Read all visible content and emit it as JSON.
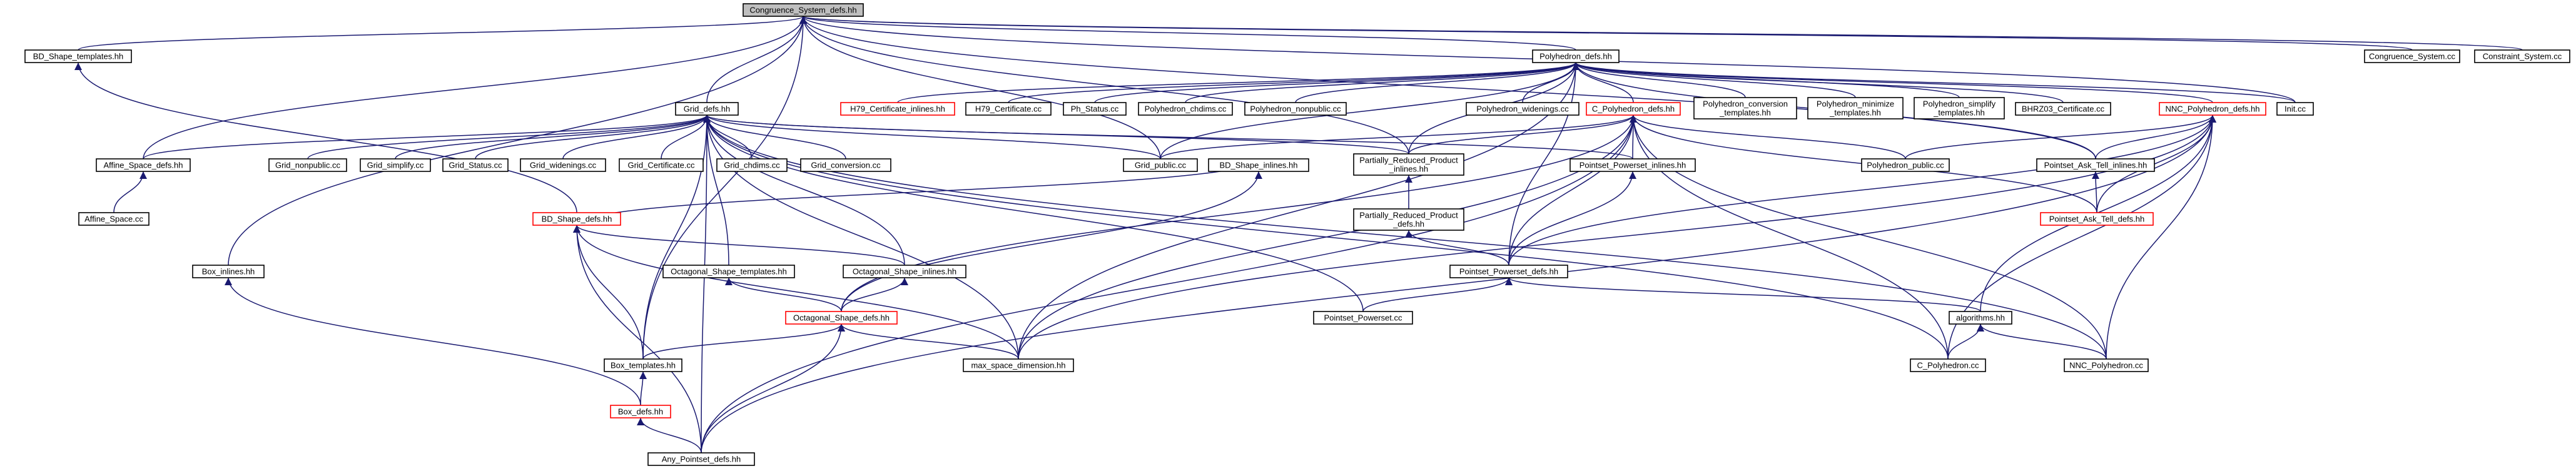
{
  "diagram": {
    "colors": {
      "edge": "#191970",
      "node_border": "#000000",
      "node_border_incomplete": "#ff0000",
      "root_fill": "#bfbfbf",
      "background": "#ffffff"
    },
    "nodes": [
      {
        "id": "congruence_system_defs",
        "lines": [
          "Congruence_System_defs.hh"
        ],
        "root": true
      },
      {
        "id": "bd_shape_templates",
        "lines": [
          "BD_Shape_templates.hh"
        ]
      },
      {
        "id": "polyhedron_defs",
        "lines": [
          "Polyhedron_defs.hh"
        ]
      },
      {
        "id": "congruence_system_cc",
        "lines": [
          "Congruence_System.cc"
        ]
      },
      {
        "id": "constraint_system_cc",
        "lines": [
          "Constraint_System.cc"
        ]
      },
      {
        "id": "grid_defs",
        "lines": [
          "Grid_defs.hh"
        ]
      },
      {
        "id": "h79_certificate_inlines",
        "lines": [
          "H79_Certificate_inlines.hh"
        ],
        "red": true
      },
      {
        "id": "h79_certificate_cc",
        "lines": [
          "H79_Certificate.cc"
        ]
      },
      {
        "id": "ph_status_cc",
        "lines": [
          "Ph_Status.cc"
        ]
      },
      {
        "id": "polyhedron_chdims_cc",
        "lines": [
          "Polyhedron_chdims.cc"
        ]
      },
      {
        "id": "polyhedron_nonpublic_cc",
        "lines": [
          "Polyhedron_nonpublic.cc"
        ]
      },
      {
        "id": "polyhedron_widenings_cc",
        "lines": [
          "Polyhedron_widenings.cc"
        ]
      },
      {
        "id": "c_polyhedron_defs",
        "lines": [
          "C_Polyhedron_defs.hh"
        ],
        "red": true
      },
      {
        "id": "polyhedron_conversion_templates",
        "lines": [
          "Polyhedron_conversion",
          "_templates.hh"
        ]
      },
      {
        "id": "polyhedron_minimize_templates",
        "lines": [
          "Polyhedron_minimize",
          "_templates.hh"
        ]
      },
      {
        "id": "polyhedron_simplify_templates",
        "lines": [
          "Polyhedron_simplify",
          "_templates.hh"
        ]
      },
      {
        "id": "bhrz03_certificate_cc",
        "lines": [
          "BHRZ03_Certificate.cc"
        ]
      },
      {
        "id": "nnc_polyhedron_defs",
        "lines": [
          "NNC_Polyhedron_defs.hh"
        ],
        "red": true
      },
      {
        "id": "init_cc",
        "lines": [
          "Init.cc"
        ]
      },
      {
        "id": "affine_space_defs",
        "lines": [
          "Affine_Space_defs.hh"
        ]
      },
      {
        "id": "grid_nonpublic_cc",
        "lines": [
          "Grid_nonpublic.cc"
        ]
      },
      {
        "id": "grid_simplify_cc",
        "lines": [
          "Grid_simplify.cc"
        ]
      },
      {
        "id": "grid_status_cc",
        "lines": [
          "Grid_Status.cc"
        ]
      },
      {
        "id": "grid_widenings_cc",
        "lines": [
          "Grid_widenings.cc"
        ]
      },
      {
        "id": "grid_certificate_cc",
        "lines": [
          "Grid_Certificate.cc"
        ]
      },
      {
        "id": "grid_chdims_cc",
        "lines": [
          "Grid_chdims.cc"
        ]
      },
      {
        "id": "grid_conversion_cc",
        "lines": [
          "Grid_conversion.cc"
        ]
      },
      {
        "id": "grid_public_cc",
        "lines": [
          "Grid_public.cc"
        ]
      },
      {
        "id": "bd_shape_inlines",
        "lines": [
          "BD_Shape_inlines.hh"
        ]
      },
      {
        "id": "partially_reduced_product_inlines",
        "lines": [
          "Partially_Reduced_Product",
          "_inlines.hh"
        ]
      },
      {
        "id": "pointset_powerset_inlines",
        "lines": [
          "Pointset_Powerset_inlines.hh"
        ]
      },
      {
        "id": "polyhedron_public_cc",
        "lines": [
          "Polyhedron_public.cc"
        ]
      },
      {
        "id": "pointset_ask_tell_inlines",
        "lines": [
          "Pointset_Ask_Tell_inlines.hh"
        ]
      },
      {
        "id": "affine_space_cc",
        "lines": [
          "Affine_Space.cc"
        ]
      },
      {
        "id": "bd_shape_defs",
        "lines": [
          "BD_Shape_defs.hh"
        ],
        "red": true
      },
      {
        "id": "partially_reduced_product_defs",
        "lines": [
          "Partially_Reduced_Product",
          "_defs.hh"
        ]
      },
      {
        "id": "pointset_ask_tell_defs",
        "lines": [
          "Pointset_Ask_Tell_defs.hh"
        ],
        "red": true
      },
      {
        "id": "box_inlines",
        "lines": [
          "Box_inlines.hh"
        ]
      },
      {
        "id": "octagonal_shape_templates",
        "lines": [
          "Octagonal_Shape_templates.hh"
        ]
      },
      {
        "id": "octagonal_shape_inlines",
        "lines": [
          "Octagonal_Shape_inlines.hh"
        ]
      },
      {
        "id": "pointset_powerset_defs",
        "lines": [
          "Pointset_Powerset_defs.hh"
        ]
      },
      {
        "id": "octagonal_shape_defs",
        "lines": [
          "Octagonal_Shape_defs.hh"
        ],
        "red": true
      },
      {
        "id": "pointset_powerset_cc",
        "lines": [
          "Pointset_Powerset.cc"
        ]
      },
      {
        "id": "algorithms",
        "lines": [
          "algorithms.hh"
        ]
      },
      {
        "id": "box_templates",
        "lines": [
          "Box_templates.hh"
        ]
      },
      {
        "id": "max_space_dimension",
        "lines": [
          "max_space_dimension.hh"
        ]
      },
      {
        "id": "c_polyhedron_cc",
        "lines": [
          "C_Polyhedron.cc"
        ]
      },
      {
        "id": "nnc_polyhedron_cc",
        "lines": [
          "NNC_Polyhedron.cc"
        ]
      },
      {
        "id": "box_defs",
        "lines": [
          "Box_defs.hh"
        ],
        "red": true
      },
      {
        "id": "any_pointset_defs",
        "lines": [
          "Any_Pointset_defs.hh"
        ]
      }
    ],
    "edges": [
      [
        "bd_shape_templates",
        "congruence_system_defs"
      ],
      [
        "polyhedron_defs",
        "congruence_system_defs"
      ],
      [
        "congruence_system_cc",
        "congruence_system_defs"
      ],
      [
        "constraint_system_cc",
        "congruence_system_defs"
      ],
      [
        "grid_defs",
        "congruence_system_defs"
      ],
      [
        "affine_space_defs",
        "congruence_system_defs"
      ],
      [
        "box_inlines",
        "congruence_system_defs"
      ],
      [
        "init_cc",
        "congruence_system_defs"
      ],
      [
        "grid_public_cc",
        "congruence_system_defs"
      ],
      [
        "partially_reduced_product_inlines",
        "congruence_system_defs"
      ],
      [
        "pointset_ask_tell_inlines",
        "congruence_system_defs"
      ],
      [
        "box_templates",
        "congruence_system_defs"
      ],
      [
        "bd_shape_defs",
        "bd_shape_templates"
      ],
      [
        "h79_certificate_inlines",
        "polyhedron_defs"
      ],
      [
        "h79_certificate_cc",
        "polyhedron_defs"
      ],
      [
        "ph_status_cc",
        "polyhedron_defs"
      ],
      [
        "polyhedron_chdims_cc",
        "polyhedron_defs"
      ],
      [
        "polyhedron_nonpublic_cc",
        "polyhedron_defs"
      ],
      [
        "polyhedron_widenings_cc",
        "polyhedron_defs"
      ],
      [
        "c_polyhedron_defs",
        "polyhedron_defs"
      ],
      [
        "polyhedron_conversion_templates",
        "polyhedron_defs"
      ],
      [
        "polyhedron_minimize_templates",
        "polyhedron_defs"
      ],
      [
        "polyhedron_simplify_templates",
        "polyhedron_defs"
      ],
      [
        "bhrz03_certificate_cc",
        "polyhedron_defs"
      ],
      [
        "nnc_polyhedron_defs",
        "polyhedron_defs"
      ],
      [
        "init_cc",
        "polyhedron_defs"
      ],
      [
        "grid_public_cc",
        "polyhedron_defs"
      ],
      [
        "partially_reduced_product_inlines",
        "polyhedron_defs"
      ],
      [
        "pointset_powerset_defs",
        "polyhedron_defs"
      ],
      [
        "max_space_dimension",
        "polyhedron_defs"
      ],
      [
        "pointset_ask_tell_inlines",
        "polyhedron_defs"
      ],
      [
        "affine_space_defs",
        "grid_defs"
      ],
      [
        "grid_nonpublic_cc",
        "grid_defs"
      ],
      [
        "grid_simplify_cc",
        "grid_defs"
      ],
      [
        "grid_status_cc",
        "grid_defs"
      ],
      [
        "grid_widenings_cc",
        "grid_defs"
      ],
      [
        "grid_certificate_cc",
        "grid_defs"
      ],
      [
        "grid_chdims_cc",
        "grid_defs"
      ],
      [
        "grid_conversion_cc",
        "grid_defs"
      ],
      [
        "grid_public_cc",
        "grid_defs"
      ],
      [
        "partially_reduced_product_inlines",
        "grid_defs"
      ],
      [
        "octagonal_shape_templates",
        "grid_defs"
      ],
      [
        "octagonal_shape_inlines",
        "grid_defs"
      ],
      [
        "pointset_powerset_inlines",
        "grid_defs"
      ],
      [
        "box_templates",
        "grid_defs"
      ],
      [
        "max_space_dimension",
        "grid_defs"
      ],
      [
        "any_pointset_defs",
        "grid_defs"
      ],
      [
        "pointset_powerset_cc",
        "grid_defs"
      ],
      [
        "c_polyhedron_cc",
        "grid_defs"
      ],
      [
        "nnc_polyhedron_cc",
        "grid_defs"
      ],
      [
        "affine_space_cc",
        "affine_space_defs"
      ],
      [
        "octagonal_shape_defs",
        "bd_shape_inlines"
      ],
      [
        "bd_shape_inlines",
        "bd_shape_defs"
      ],
      [
        "octagonal_shape_inlines",
        "bd_shape_defs"
      ],
      [
        "box_templates",
        "bd_shape_defs"
      ],
      [
        "max_space_dimension",
        "bd_shape_defs"
      ],
      [
        "any_pointset_defs",
        "bd_shape_defs"
      ],
      [
        "partially_reduced_product_defs",
        "partially_reduced_product_inlines"
      ],
      [
        "pointset_powerset_defs",
        "partially_reduced_product_defs"
      ],
      [
        "pointset_powerset_defs",
        "pointset_powerset_inlines"
      ],
      [
        "grid_public_cc",
        "c_polyhedron_defs"
      ],
      [
        "partially_reduced_product_inlines",
        "c_polyhedron_defs"
      ],
      [
        "pointset_powerset_inlines",
        "c_polyhedron_defs"
      ],
      [
        "polyhedron_public_cc",
        "c_polyhedron_defs"
      ],
      [
        "pointset_ask_tell_defs",
        "c_polyhedron_defs"
      ],
      [
        "pointset_powerset_defs",
        "c_polyhedron_defs"
      ],
      [
        "octagonal_shape_defs",
        "c_polyhedron_defs"
      ],
      [
        "max_space_dimension",
        "c_polyhedron_defs"
      ],
      [
        "c_polyhedron_cc",
        "c_polyhedron_defs"
      ],
      [
        "nnc_polyhedron_cc",
        "c_polyhedron_defs"
      ],
      [
        "any_pointset_defs",
        "c_polyhedron_defs"
      ],
      [
        "polyhedron_public_cc",
        "nnc_polyhedron_defs"
      ],
      [
        "pointset_ask_tell_inlines",
        "nnc_polyhedron_defs"
      ],
      [
        "pointset_ask_tell_defs",
        "nnc_polyhedron_defs"
      ],
      [
        "pointset_powerset_defs",
        "nnc_polyhedron_defs"
      ],
      [
        "algorithms",
        "nnc_polyhedron_defs"
      ],
      [
        "max_space_dimension",
        "nnc_polyhedron_defs"
      ],
      [
        "c_polyhedron_cc",
        "nnc_polyhedron_defs"
      ],
      [
        "nnc_polyhedron_cc",
        "nnc_polyhedron_defs"
      ],
      [
        "any_pointset_defs",
        "nnc_polyhedron_defs"
      ],
      [
        "pointset_ask_tell_defs",
        "pointset_ask_tell_inlines"
      ],
      [
        "box_defs",
        "box_inlines"
      ],
      [
        "octagonal_shape_defs",
        "octagonal_shape_templates"
      ],
      [
        "octagonal_shape_defs",
        "octagonal_shape_inlines"
      ],
      [
        "pointset_powerset_cc",
        "pointset_powerset_defs"
      ],
      [
        "algorithms",
        "pointset_powerset_defs"
      ],
      [
        "box_templates",
        "octagonal_shape_defs"
      ],
      [
        "max_space_dimension",
        "octagonal_shape_defs"
      ],
      [
        "any_pointset_defs",
        "octagonal_shape_defs"
      ],
      [
        "c_polyhedron_cc",
        "algorithms"
      ],
      [
        "nnc_polyhedron_cc",
        "algorithms"
      ],
      [
        "box_defs",
        "box_templates"
      ],
      [
        "any_pointset_defs",
        "box_defs"
      ]
    ]
  }
}
